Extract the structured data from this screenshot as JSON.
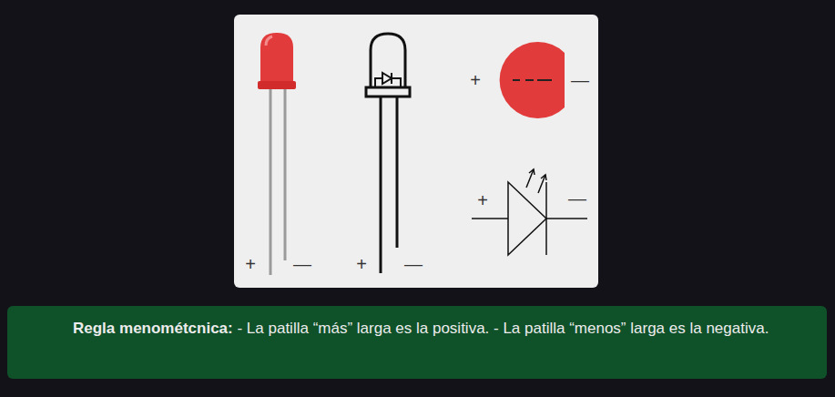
{
  "diagram": {
    "nodes": [
      {
        "text": [
          "Regla menométcnica:",
          "- La patilla “más” larga es la positiva. - La patilla “menos” larga es la negativa."
        ]
      }
    ],
    "labels": [
      "+",
      "—",
      "+",
      "—",
      "+",
      "—",
      "+",
      "—"
    ]
  }
}
